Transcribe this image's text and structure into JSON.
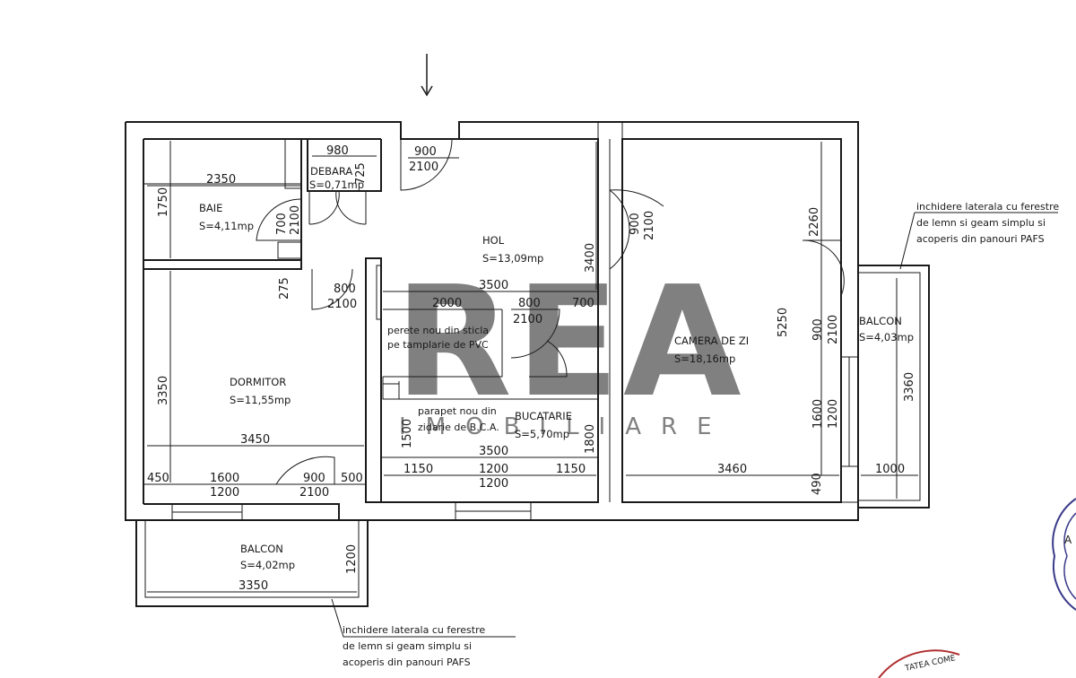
{
  "rooms": {
    "baie": {
      "name": "BAIE",
      "area": "S=4,11mp"
    },
    "debara": {
      "name": "DEBARA",
      "area": "S=0,71mp"
    },
    "hol": {
      "name": "HOL",
      "area": "S=13,09mp"
    },
    "camera": {
      "name": "CAMERA DE ZI",
      "area": "S=18,16mp"
    },
    "balcon_right": {
      "name": "BALCON",
      "area": "S=4,03mp"
    },
    "dormitor": {
      "name": "DORMITOR",
      "area": "S=11,55mp"
    },
    "bucatarie": {
      "name": "BUCATARIE",
      "area": "S=5,70mp"
    },
    "balcon_bottom": {
      "name": "BALCON",
      "area": "S=4,02mp"
    }
  },
  "notes": {
    "right": [
      "inchidere laterala cu ferestre",
      "de lemn si geam simplu si",
      "acoperis din panouri PAFS"
    ],
    "bottom": [
      "inchidere laterala cu ferestre",
      "de lemn si geam simplu si",
      "acoperis din panouri PAFS"
    ],
    "glass_wall": [
      "perete nou din sticla",
      "pe tamplarie de PVC"
    ],
    "parapet": [
      "parapet nou din",
      "zidarie de B.C.A."
    ]
  },
  "dimensions": {
    "d980": "980",
    "d725": "725",
    "d900_entry": "900",
    "d2100_entry": "2100",
    "d2350": "2350",
    "d1750": "1750",
    "d700": "700",
    "d2100_baie": "2100",
    "d275": "275",
    "d800": "800",
    "d2100_dorm": "2100",
    "d3400": "3400",
    "d3500_hol": "3500",
    "d2000": "2000",
    "d800_b": "800",
    "d700_b": "700",
    "d2100_k": "2100",
    "d900_cz": "900",
    "d2100_cz": "2100",
    "d2260": "2260",
    "d5250": "5250",
    "d900_bal": "900",
    "d2100_bal": "2100",
    "d3360": "3360",
    "d1600_cz": "1600",
    "d1200_cz": "1200",
    "d3460": "3460",
    "d490": "490",
    "d1000": "1000",
    "d3350_dorm": "3350",
    "d3450": "3450",
    "d450": "450",
    "d1600_d": "1600",
    "d1200_d": "1200",
    "d900_d": "900",
    "d2100_d": "2100",
    "d500": "500",
    "d1500": "1500",
    "d1800": "1800",
    "d3500_k": "3500",
    "d1150_l": "1150",
    "d1200_k": "1200",
    "d1150_r": "1150",
    "d1200_k2": "1200",
    "d1200_bal": "1200",
    "d3350_bal": "3350"
  },
  "watermark": {
    "logo": "REA",
    "tagline": "IMOBILIARE"
  },
  "stamp": {
    "text": "TATEA COME",
    "text2": "A"
  }
}
